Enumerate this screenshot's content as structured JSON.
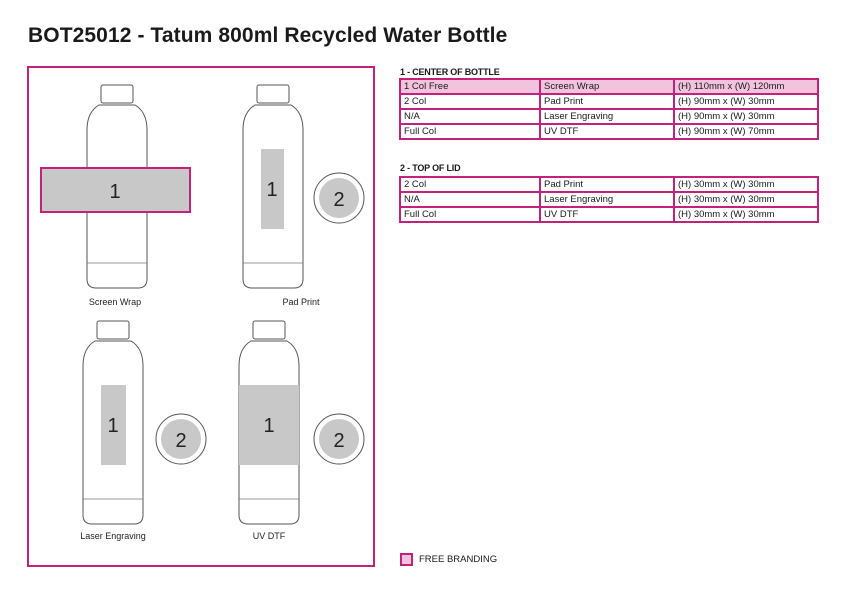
{
  "title": "BOT25012 - Tatum 800ml Recycled Water Bottle",
  "colors": {
    "accent": "#c4217b",
    "free_branding": "#f2c3dd",
    "print_area": "#c8c8c8"
  },
  "diagram": {
    "bottles": [
      {
        "caption": "Screen Wrap",
        "area_label": "1"
      },
      {
        "caption": "Pad Print",
        "area_label": "1",
        "lid_label": "2"
      },
      {
        "caption": "Laser Engraving",
        "area_label": "1",
        "lid_label": "2"
      },
      {
        "caption": "UV  DTF",
        "area_label": "1",
        "lid_label": "2"
      }
    ]
  },
  "sections": [
    {
      "title": "1 - CENTER OF BOTTLE",
      "rows": [
        {
          "colour": "1 Col Free",
          "method": "Screen Wrap",
          "size": "(H) 110mm x (W) 120mm",
          "free": true
        },
        {
          "colour": "2 Col",
          "method": "Pad Print",
          "size": "(H) 90mm x (W) 30mm"
        },
        {
          "colour": "N/A",
          "method": "Laser Engraving",
          "size": "(H) 90mm x (W) 30mm"
        },
        {
          "colour": "Full Col",
          "method": "UV DTF",
          "size": "(H) 90mm x (W) 70mm"
        }
      ]
    },
    {
      "title": "2 - TOP OF LID",
      "rows": [
        {
          "colour": "2 Col",
          "method": "Pad Print",
          "size": "(H) 30mm x (W) 30mm"
        },
        {
          "colour": "N/A",
          "method": "Laser Engraving",
          "size": "(H) 30mm x (W) 30mm"
        },
        {
          "colour": "Full Col",
          "method": "UV DTF",
          "size": "(H) 30mm x (W) 30mm"
        }
      ]
    }
  ],
  "legend": {
    "label": "FREE BRANDING"
  }
}
